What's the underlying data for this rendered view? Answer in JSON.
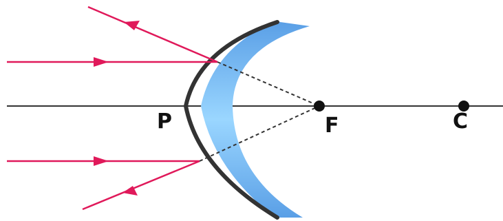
{
  "labels": {
    "pole": "P",
    "focus": "F",
    "center": "C"
  },
  "colors": {
    "background": "#ffffff",
    "principal_axis": "#333333",
    "ray": "#e0195a",
    "mirror_edge": "#333333",
    "mirror_fill_light": "#9ad6ff",
    "mirror_fill_dark": "#5a9fe6",
    "point": "#111111"
  }
}
